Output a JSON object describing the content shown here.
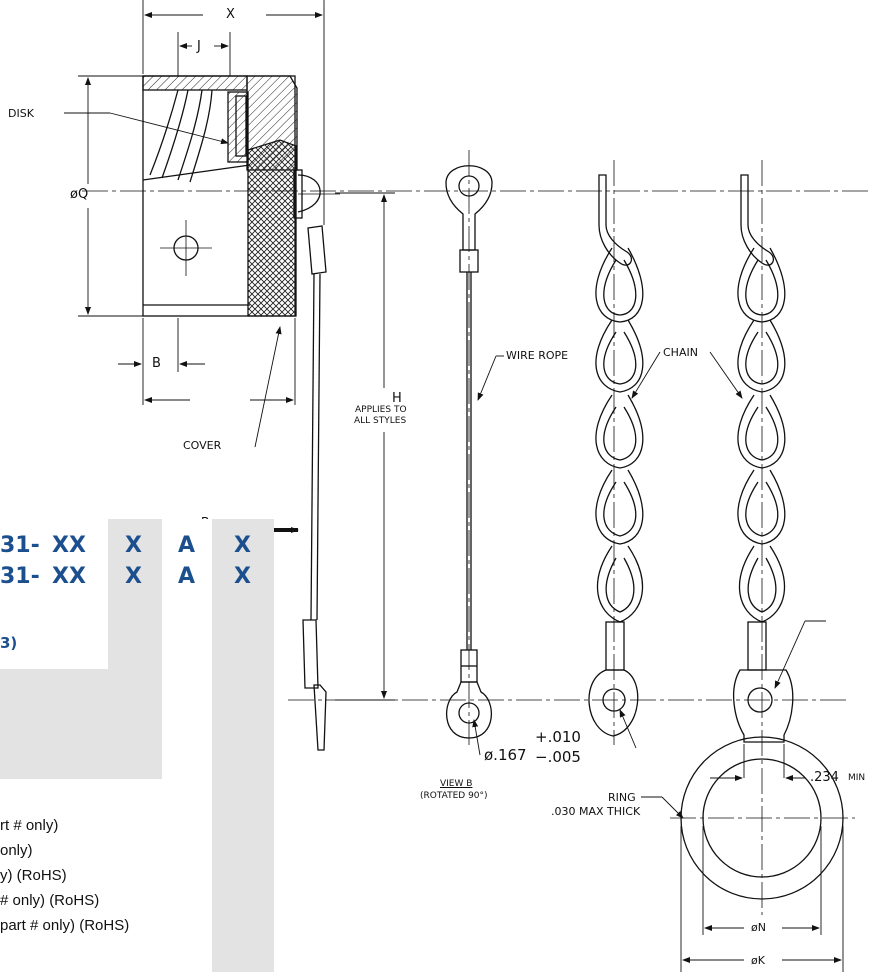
{
  "callouts": {
    "x": "X",
    "j": "J",
    "disk": "DISK",
    "q": "øQ",
    "b": "B",
    "cover": "COVER",
    "h": "H",
    "applies1": "APPLIES TO",
    "applies2": "ALL STYLES",
    "wire_rope": "WIRE ROPE",
    "chain": "CHAIN",
    "dia_prefix": "ø.167",
    "tol_plus": "+.010",
    "tol_minus": "−.005",
    "view_b": "VIEW B",
    "rotated": "(ROTATED 90°)",
    "ring1": "RING",
    "ring2": ".030 MAX THICK",
    "min_dim": ".234",
    "min_label": "MIN",
    "n": "øN",
    "k": "øK",
    "b_marker": "B"
  },
  "part_number": {
    "row1": [
      "31-",
      "XX",
      "X",
      "A",
      "X"
    ],
    "row2": [
      "31-",
      "XX",
      "X",
      "A",
      "X"
    ],
    "partial_note": "3)"
  },
  "options": [
    "rt # only)",
    "only)",
    "y) (RoHS)",
    "# only) (RoHS)",
    "part # only) (RoHS)"
  ],
  "colors": {
    "part_number_blue": "#1b4f8e",
    "table_gray": "#e3e3e3"
  }
}
